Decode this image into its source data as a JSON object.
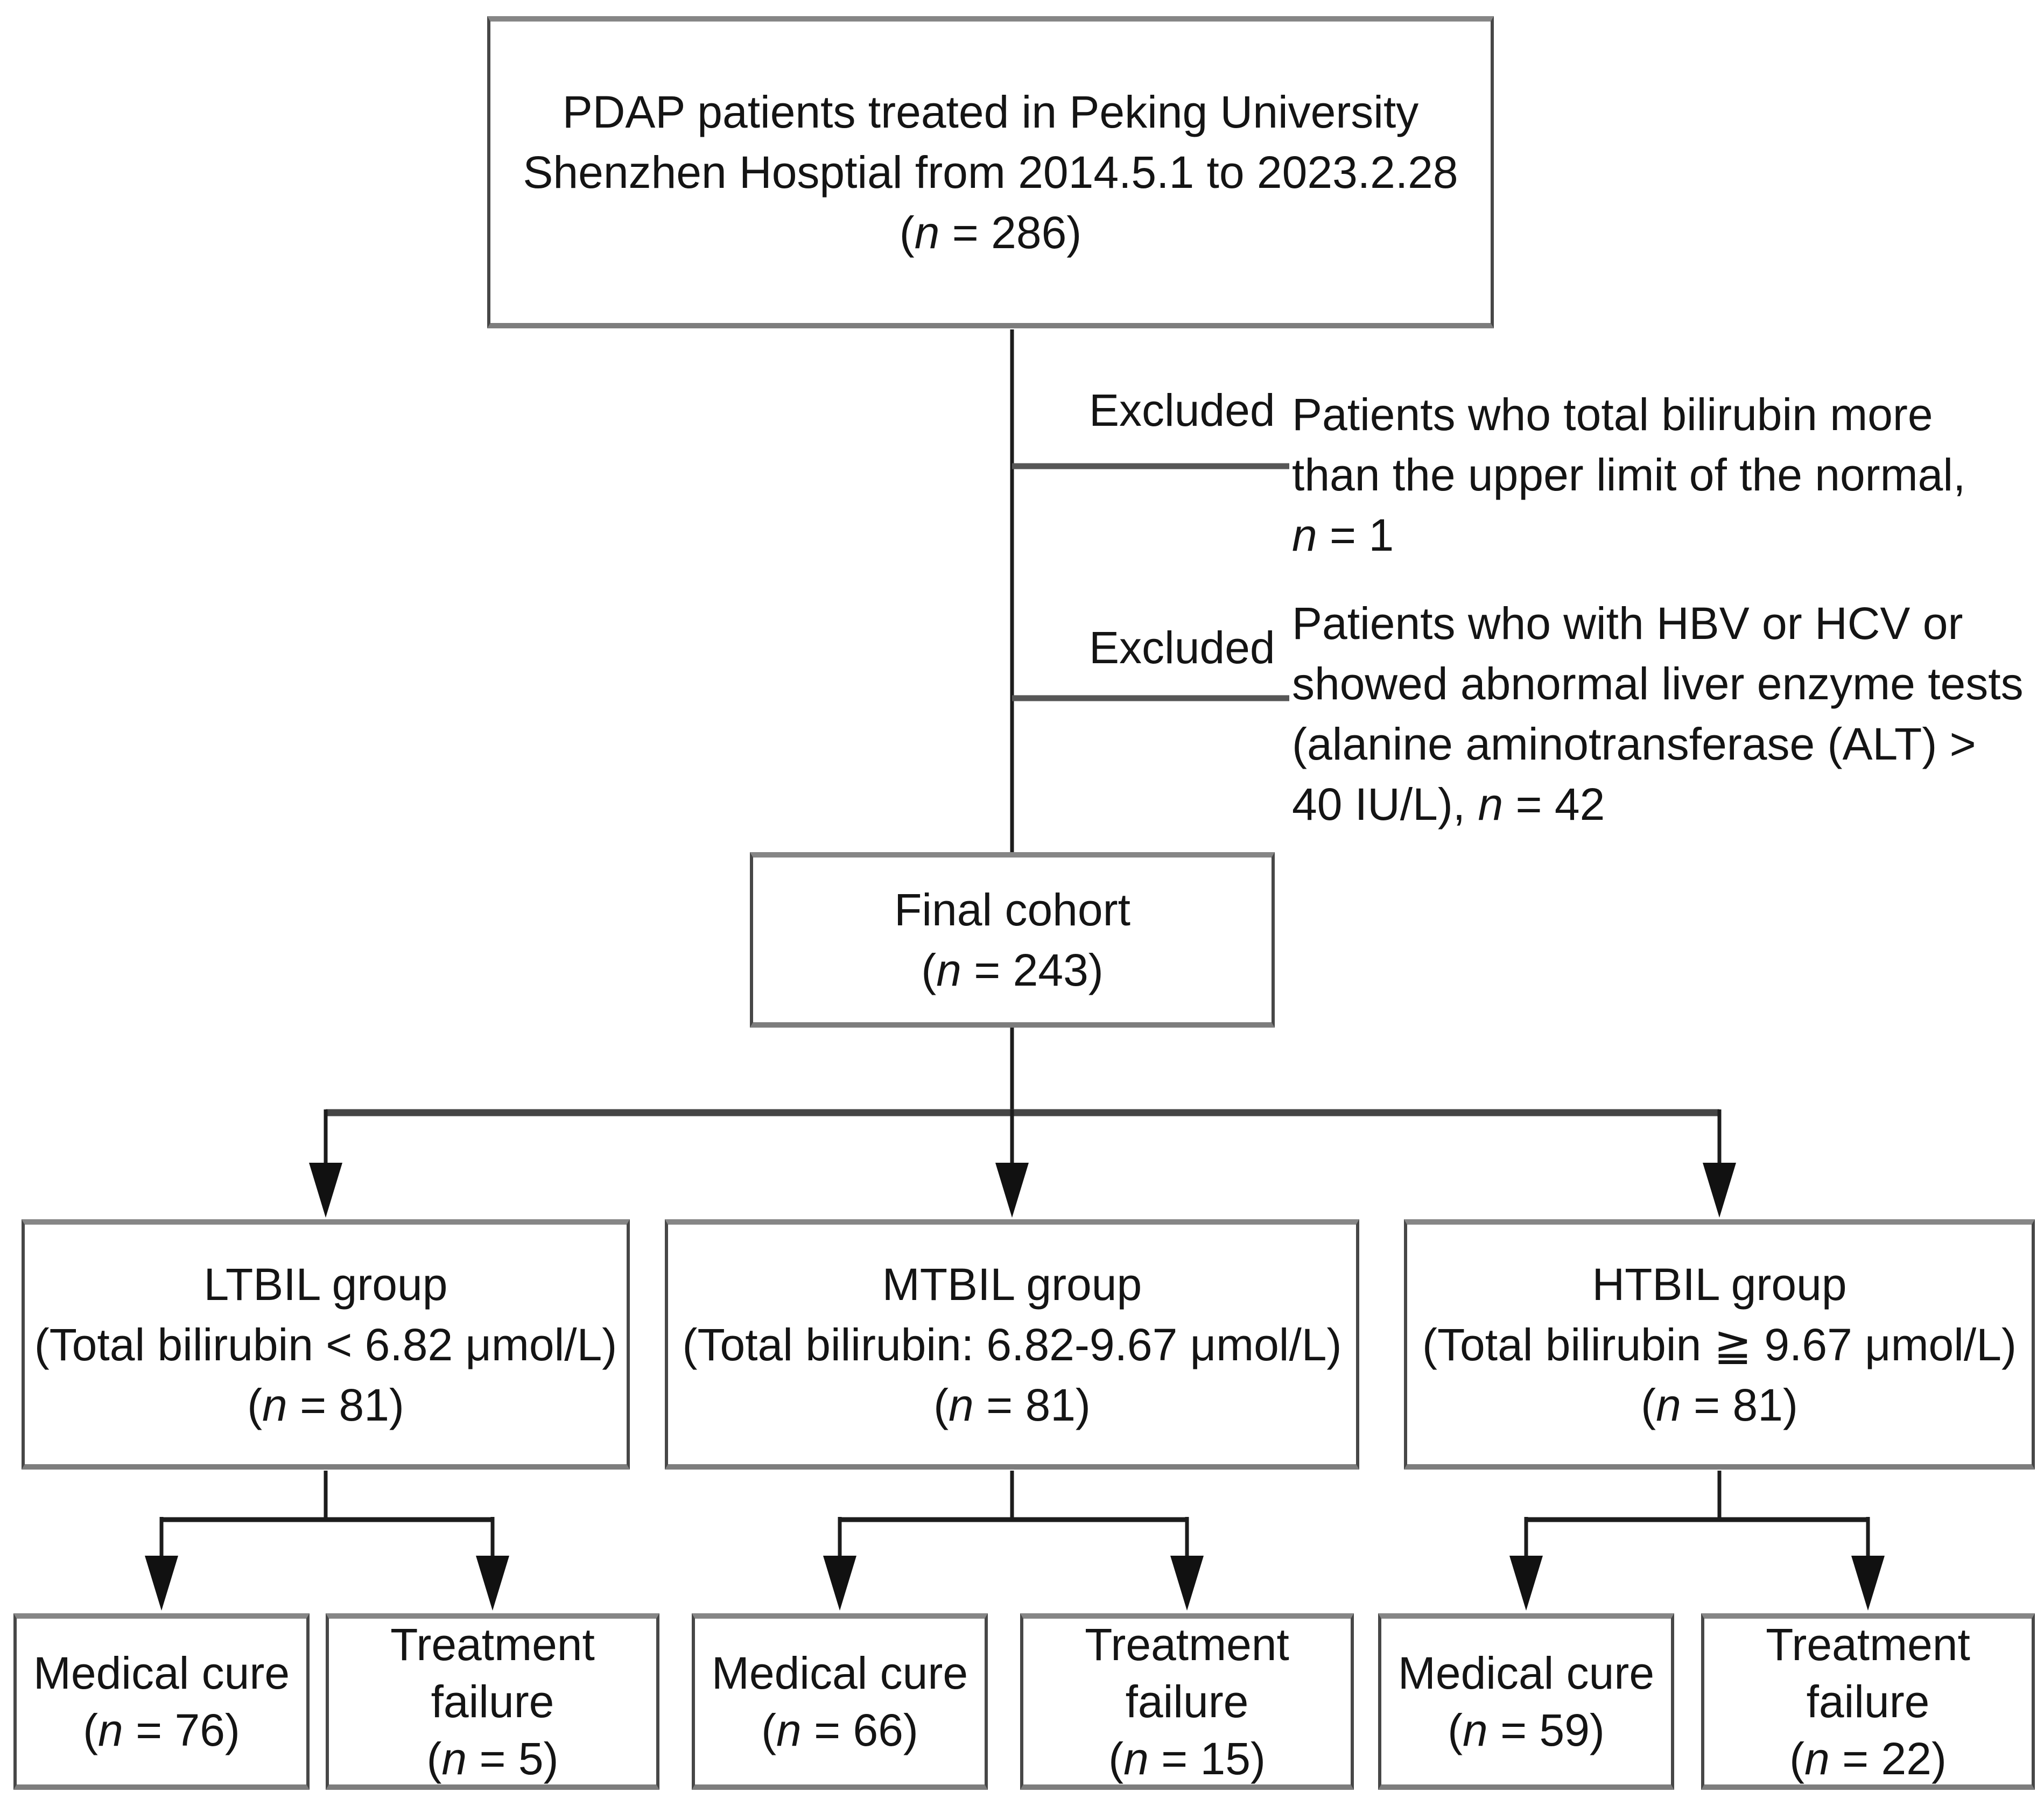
{
  "flowchart": {
    "colors": {
      "background": "#ffffff",
      "line": "#1c1c1c",
      "thick_line": "#4a4a4a",
      "box_border": "#474747",
      "text": "#141414"
    },
    "top_box": {
      "lines": [
        [
          {
            "t": "PDAP patients treated in Peking University"
          }
        ],
        [
          {
            "t": "Shenzhen Hosptial from 2014.5.1 to 2023.2.28"
          }
        ],
        [
          {
            "t": "("
          },
          {
            "t": "n",
            "i": true
          },
          {
            "t": " = 286)"
          }
        ]
      ]
    },
    "exclusions": [
      {
        "label": "Excluded",
        "text_lines": [
          [
            {
              "t": "Patients who total bilirubin more"
            }
          ],
          [
            {
              "t": "than the upper limit of the normal,"
            }
          ],
          [
            {
              "t": "n",
              "i": true
            },
            {
              "t": " = 1"
            }
          ]
        ]
      },
      {
        "label": "Excluded",
        "text_lines": [
          [
            {
              "t": "Patients who with HBV or HCV or"
            }
          ],
          [
            {
              "t": "showed abnormal liver enzyme tests"
            }
          ],
          [
            {
              "t": "(alanine aminotransferase (ALT) >"
            }
          ],
          [
            {
              "t": "40 IU/L), "
            },
            {
              "t": "n",
              "i": true
            },
            {
              "t": " = 42"
            }
          ]
        ]
      }
    ],
    "final_box": {
      "lines": [
        [
          {
            "t": "Final cohort"
          }
        ],
        [
          {
            "t": "("
          },
          {
            "t": "n",
            "i": true
          },
          {
            "t": " = 243)"
          }
        ]
      ]
    },
    "groups": [
      {
        "box_lines": [
          [
            {
              "t": "LTBIL group"
            }
          ],
          [
            {
              "t": "(Total bilirubin < 6.82 μmol/L)"
            }
          ],
          [
            {
              "t": "("
            },
            {
              "t": "n",
              "i": true
            },
            {
              "t": " = 81)"
            }
          ]
        ],
        "outcomes": [
          {
            "lines": [
              [
                {
                  "t": "Medical cure"
                }
              ],
              [
                {
                  "t": "("
                },
                {
                  "t": "n",
                  "i": true
                },
                {
                  "t": " = 76)"
                }
              ]
            ]
          },
          {
            "lines": [
              [
                {
                  "t": "Treatment"
                }
              ],
              [
                {
                  "t": "failure"
                }
              ],
              [
                {
                  "t": "("
                },
                {
                  "t": "n",
                  "i": true
                },
                {
                  "t": " = 5)"
                }
              ]
            ]
          }
        ]
      },
      {
        "box_lines": [
          [
            {
              "t": "MTBIL group"
            }
          ],
          [
            {
              "t": "(Total bilirubin: 6.82-9.67 μmol/L)"
            }
          ],
          [
            {
              "t": "("
            },
            {
              "t": "n",
              "i": true
            },
            {
              "t": " = 81)"
            }
          ]
        ],
        "outcomes": [
          {
            "lines": [
              [
                {
                  "t": "Medical cure"
                }
              ],
              [
                {
                  "t": "("
                },
                {
                  "t": "n",
                  "i": true
                },
                {
                  "t": " = 66)"
                }
              ]
            ]
          },
          {
            "lines": [
              [
                {
                  "t": "Treatment"
                }
              ],
              [
                {
                  "t": "failure"
                }
              ],
              [
                {
                  "t": "("
                },
                {
                  "t": "n",
                  "i": true
                },
                {
                  "t": " = 15)"
                }
              ]
            ]
          }
        ]
      },
      {
        "box_lines": [
          [
            {
              "t": "HTBIL group"
            }
          ],
          [
            {
              "t": "(Total bilirubin ≧ 9.67 μmol/L)"
            }
          ],
          [
            {
              "t": "("
            },
            {
              "t": "n",
              "i": true
            },
            {
              "t": " = 81)"
            }
          ]
        ],
        "outcomes": [
          {
            "lines": [
              [
                {
                  "t": "Medical cure"
                }
              ],
              [
                {
                  "t": "("
                },
                {
                  "t": "n",
                  "i": true
                },
                {
                  "t": " = 59)"
                }
              ]
            ]
          },
          {
            "lines": [
              [
                {
                  "t": "Treatment"
                }
              ],
              [
                {
                  "t": "failure"
                }
              ],
              [
                {
                  "t": "("
                },
                {
                  "t": "n",
                  "i": true
                },
                {
                  "t": " = 22)"
                }
              ]
            ]
          }
        ]
      }
    ]
  }
}
